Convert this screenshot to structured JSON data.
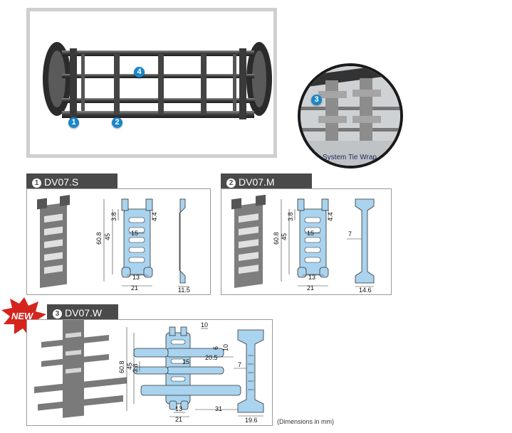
{
  "hero": {
    "callouts": [
      "1",
      "2",
      "3",
      "4"
    ],
    "tie_wrap_label": "System Tie Wrap"
  },
  "products": [
    {
      "num": "1",
      "name": "DV07.S",
      "dims": {
        "h_total": "60.8",
        "h_inner": "45",
        "h_small": "3.8",
        "gap": "4.4",
        "slot": "15",
        "base": "13",
        "width": "21",
        "side": "11.5"
      }
    },
    {
      "num": "2",
      "name": "DV07.M",
      "dims": {
        "h_total": "60.8",
        "h_inner": "45",
        "h_small": "3.8",
        "gap": "4.4",
        "slot": "15",
        "base": "13",
        "width": "21",
        "side": "14.6",
        "web": "7"
      }
    },
    {
      "num": "3",
      "name": "DV07.W",
      "dims": {
        "h_total": "60.8",
        "h_inner": "45",
        "h_small": "3.8",
        "top": "10",
        "top_side": "6",
        "top_side2": "10",
        "mid": "20.5",
        "slot": "15",
        "base": "13",
        "width": "21",
        "arm": "31",
        "side": "19.6",
        "web": "7"
      }
    }
  ],
  "new_badge": "NEW",
  "footnote": "(Dimensions in mm)",
  "colors": {
    "accent": "#1a86c8",
    "part_fill": "#a9d3ee",
    "tab": "#4a4a4a",
    "new": "#d4241c"
  }
}
